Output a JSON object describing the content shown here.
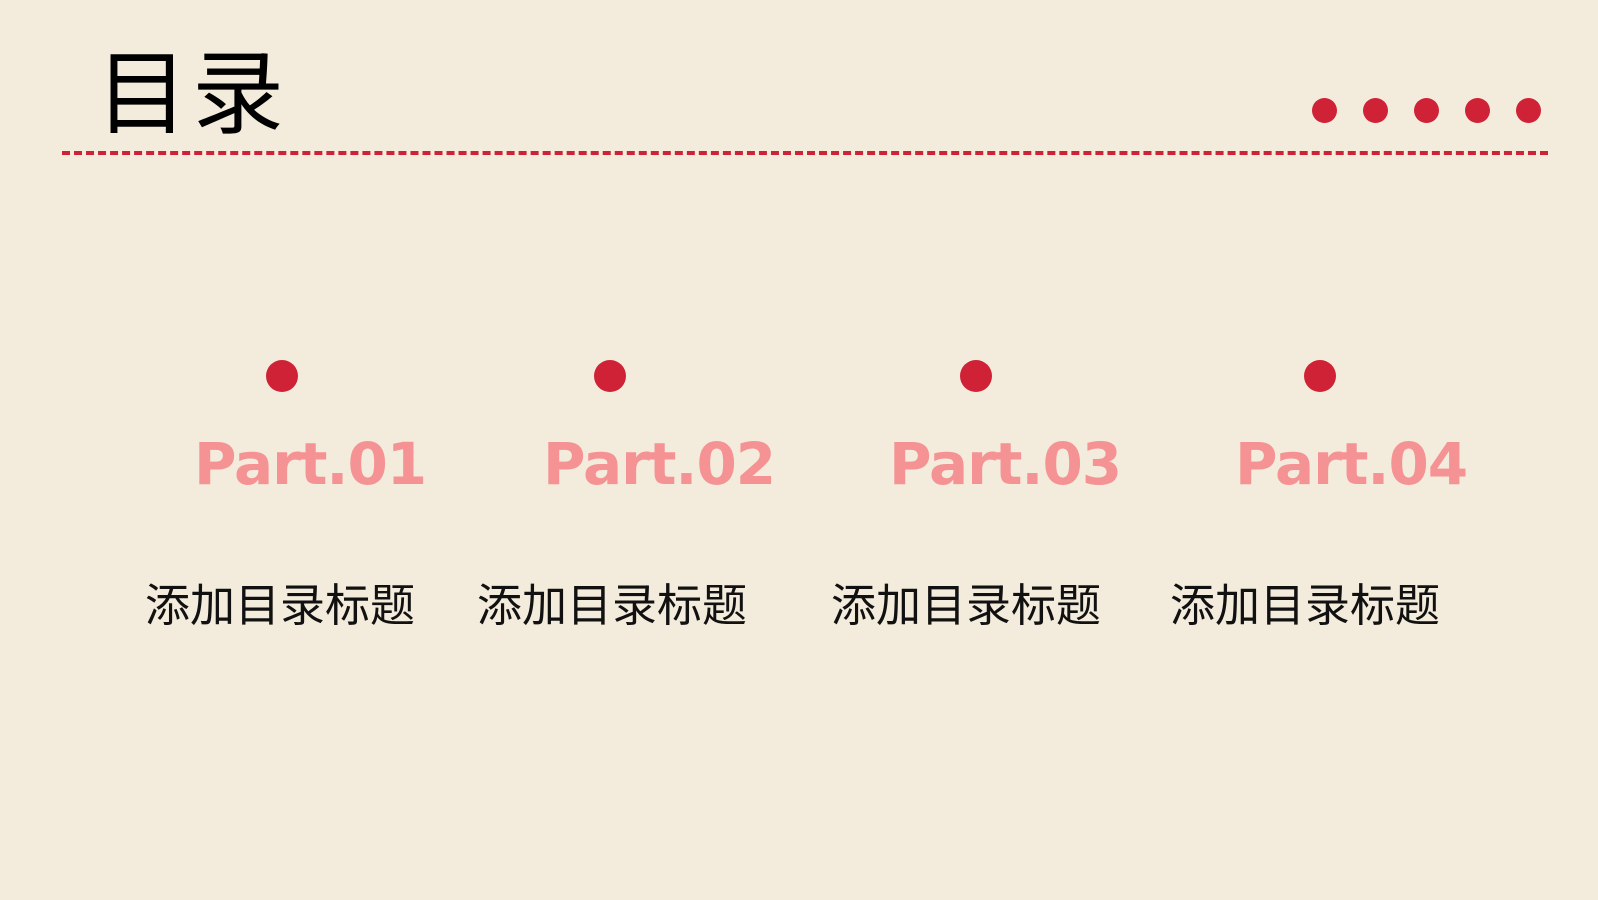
{
  "slide": {
    "title": "目录",
    "colors": {
      "background": "#f3ebdb",
      "accent_red": "#cf2236",
      "part_label_pink": "#f59294",
      "title_text": "#000000"
    },
    "decoration": {
      "dashed_divider": true,
      "dot_count": 5
    },
    "parts": [
      {
        "label": "Part.01",
        "title": "添加目录标题"
      },
      {
        "label": "Part.02",
        "title": "添加目录标题"
      },
      {
        "label": "Part.03",
        "title": "添加目录标题"
      },
      {
        "label": "Part.04",
        "title": "添加目录标题"
      }
    ]
  }
}
